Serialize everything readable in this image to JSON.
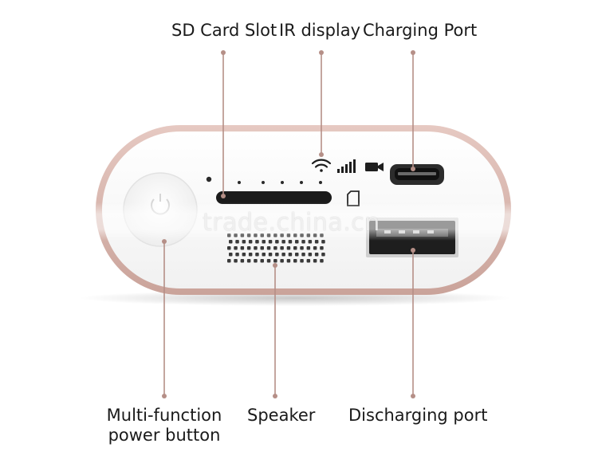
{
  "labels": {
    "sd_card_slot": "SD Card Slot",
    "ir_display": "IR display",
    "charging_port": "Charging Port",
    "multi_function_line1": "Multi-function",
    "multi_function_line2": "power button",
    "speaker": "Speaker",
    "discharging_port": "Discharging port"
  },
  "watermark": "trade.china.cn",
  "colors": {
    "device_rim": "#d9b8b1",
    "leader_line": "#b58f87",
    "device_face": "#f8f8f8"
  },
  "icons": [
    "power-icon",
    "wifi-icon",
    "signal-bars-icon",
    "camera-icon",
    "sd-card-icon"
  ]
}
